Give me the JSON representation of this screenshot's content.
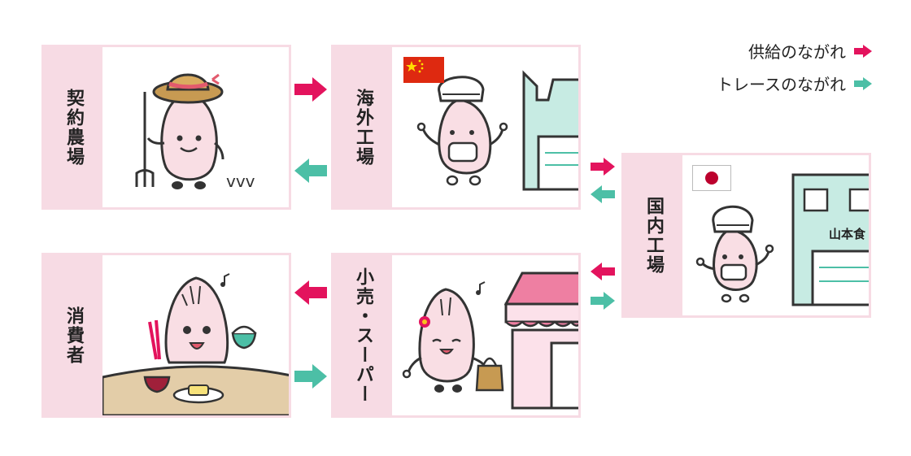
{
  "nodes": {
    "farm": {
      "label": "契約農場",
      "sub": "vvv"
    },
    "overseas": {
      "label": "海外工場"
    },
    "domestic": {
      "label": "国内工場",
      "sign": "山本食"
    },
    "consumer": {
      "label": "消費者"
    },
    "retail": {
      "label": "小売・スーパー"
    }
  },
  "legend": {
    "supply": "供給のながれ",
    "trace": "トレースのながれ"
  },
  "colors": {
    "supply": "#e3135d",
    "trace": "#4cbfa6",
    "panel_border": "#f7dbe4",
    "label_bg": "#f7dbe4",
    "factory": "#c7ebe3",
    "shop_awning": "#ee7fa2"
  }
}
